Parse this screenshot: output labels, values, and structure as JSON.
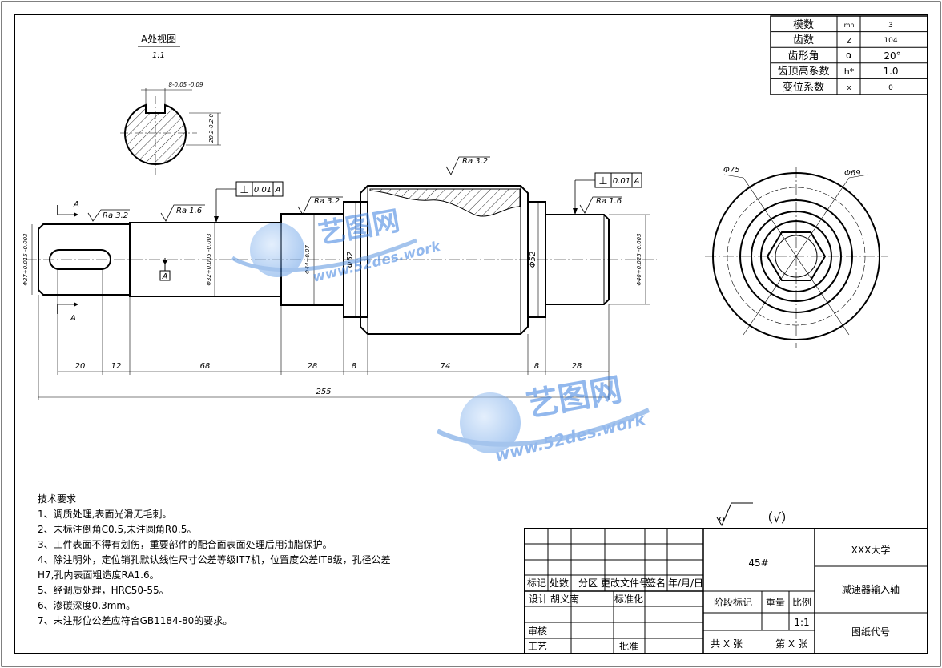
{
  "gear_params": [
    {
      "label": "模数",
      "symbol": "mn",
      "value": "3"
    },
    {
      "label": "齿数",
      "symbol": "Z",
      "value": "104"
    },
    {
      "label": "齿形角",
      "symbol": "α",
      "value": "20°"
    },
    {
      "label": "齿顶高系数",
      "symbol": "h*",
      "value": "1.0"
    },
    {
      "label": "变位系数",
      "symbol": "x",
      "value": "0"
    }
  ],
  "section_view": {
    "title": "A处视图",
    "scale": "1:1",
    "keyway_width": "8-0.05 -0.09",
    "keyway_depth": "20.2-0.2 0"
  },
  "roughness": {
    "r1": "Ra 3.2",
    "r2": "Ra 1.6",
    "r3": "Ra 3.2",
    "r4": "Ra 3.2",
    "r5": "Ra 1.6"
  },
  "tolerance": {
    "left_symbol": "⊥",
    "left_value": "0.01",
    "left_datum": "A",
    "right_symbol": "⊥",
    "right_value": "0.01",
    "right_datum": "A",
    "datum_label": "A"
  },
  "section_marks": {
    "top": "A",
    "bottom": "A"
  },
  "diameters": {
    "d1": "Φ27+0.015 -0.003",
    "d2": "Φ32+0.005 -0.003",
    "d3": "Φ44+0.07",
    "d4": "Φ52",
    "d5": "Φ52",
    "d6": "Φ40+0.025 -0.003"
  },
  "lengths": {
    "l1": "20",
    "l2": "12",
    "l3": "68",
    "l4": "28",
    "l5": "8",
    "l6": "74",
    "l7": "8",
    "l8": "28",
    "total": "255"
  },
  "end_view": {
    "d_outer": "Φ75",
    "d_inner": "Φ69"
  },
  "watermarks": [
    {
      "brand": "艺图网",
      "url": "www.52des.work"
    },
    {
      "brand": "艺图网",
      "url": "www.52des.work"
    }
  ],
  "tech_requirements": {
    "title": "技术要求",
    "items": [
      "1、调质处理,表面光滑无毛刺。",
      "2、未标注倒角C0.5,未注圆角R0.5。",
      "3、工件表面不得有划伤，重要部件的配合面表面处理后用油脂保护。",
      "4、除注明外，定位销孔默认线性尺寸公差等级IT7机，位置度公差IT8级，孔径公差",
      "H7,孔内表面粗造度RA1.6。",
      "5、经调质处理，HRC50-55。",
      "6、渗碳深度0.3mm。",
      "7、未注形位公差应符合GB1184-80的要求。"
    ]
  },
  "general_roughness": "（√）",
  "title_block": {
    "material": "45#",
    "school": "XXX大学",
    "part_name": "减速器输入轴",
    "drawing_no_label": "图纸代号",
    "mark": "标记",
    "count": "处数",
    "zone": "分区",
    "change_doc": "更改文件号",
    "sign": "签名",
    "date": "年/月/日",
    "design": "设计",
    "designer": "胡义南",
    "standardize": "标准化",
    "stage_mark": "阶段标记",
    "weight": "重量",
    "scale_label": "比例",
    "scale_value": "1:1",
    "review": "审核",
    "process": "工艺",
    "approve": "批准",
    "total_sheets": "共 X 张",
    "sheet_no": "第 X 张"
  }
}
